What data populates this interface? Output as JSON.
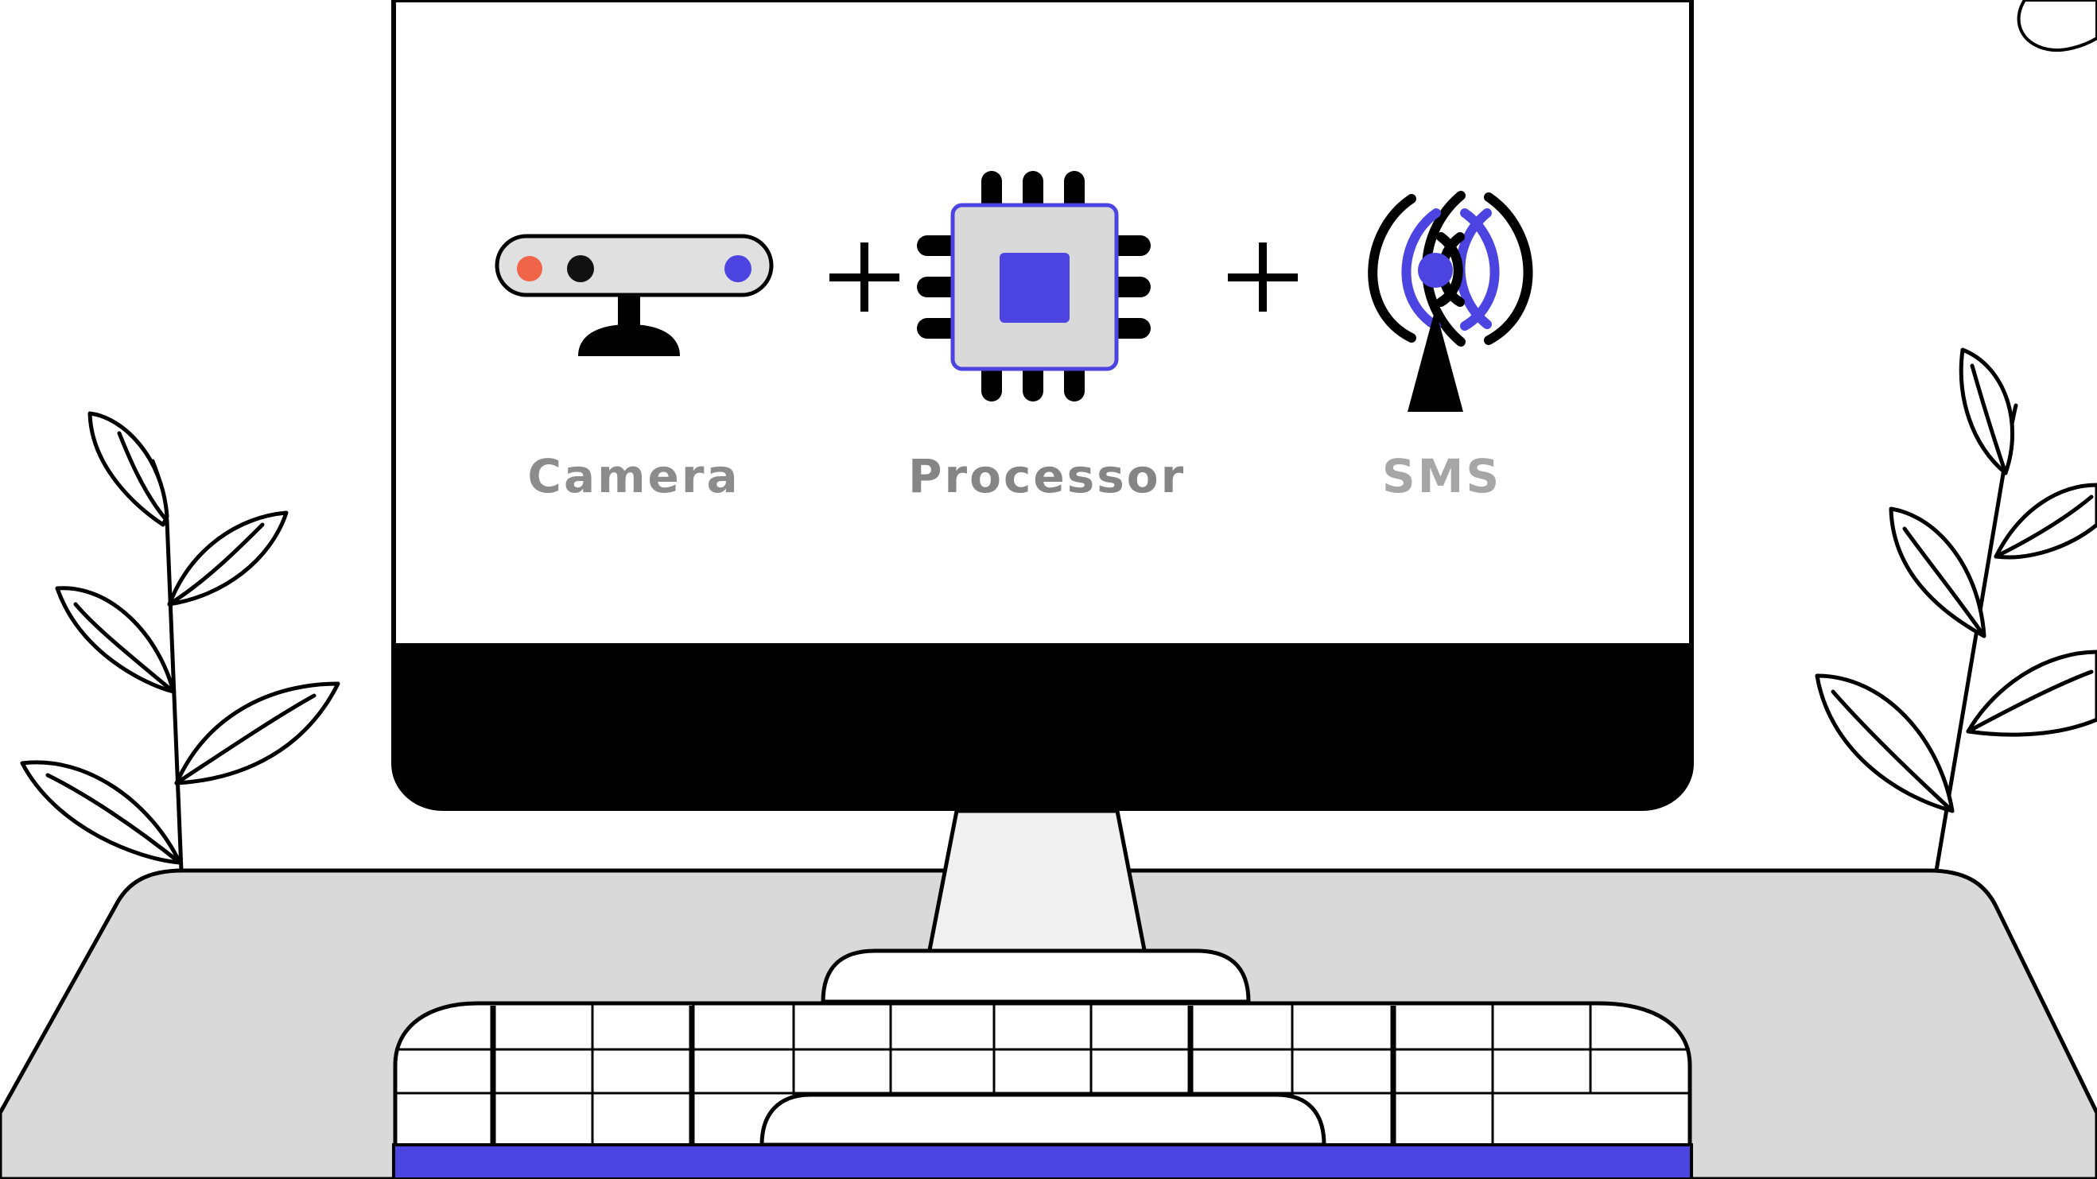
{
  "labels": {
    "camera": "Camera",
    "processor": "Processor",
    "sms": "SMS"
  },
  "symbols": {
    "plus": "+"
  },
  "icons": [
    "camera-icon",
    "processor-chip-icon",
    "antenna-signal-icon",
    "plus-icon",
    "plant-icon",
    "cloud-icon",
    "keyboard-icon",
    "monitor-icon"
  ],
  "colors": {
    "accent": "#4c44e0",
    "camera_dot_left": "#f06449",
    "camera_dot_center": "#111111",
    "chip_fill": "#d9d9d9",
    "desk": "#d9d9d9",
    "bezel": "#000000",
    "background": "#ffffff"
  }
}
